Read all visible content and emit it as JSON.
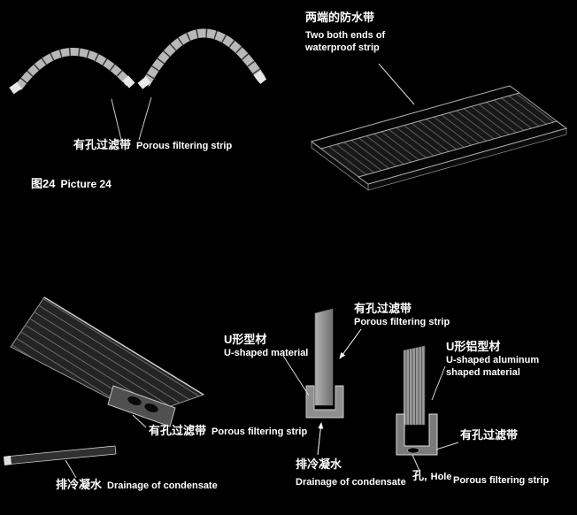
{
  "colors": {
    "background": "#000000",
    "text": "#ffffff",
    "line_light": "#cccccc",
    "band_gray": "#b8b8b8",
    "panel_dark": "#181818"
  },
  "figure": {
    "number_cn": "图24",
    "number_en": "Picture 24"
  },
  "labels": {
    "porous_cn": "有孔过滤带",
    "porous_en": "Porous filtering strip",
    "waterproof_cn": "两端的防水带",
    "waterproof_en1": "Two both ends of",
    "waterproof_en2": "waterproof strip",
    "drain_cn": "排冷凝水",
    "drain_en": "Drainage of condensate",
    "u_material_cn": "U形型材",
    "u_material_en": "U-shaped material",
    "u_aluminum_cn": "U形铝型材",
    "u_aluminum_en1": "U-shaped aluminum",
    "u_aluminum_en2": "shaped material",
    "hole_cn": "孔,",
    "hole_en": "Hole"
  }
}
